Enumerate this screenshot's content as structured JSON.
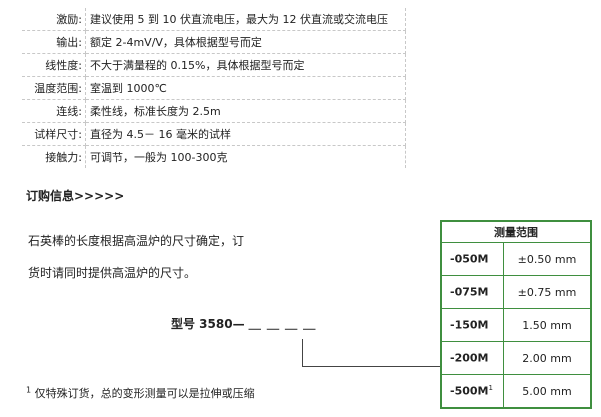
{
  "specs": [
    {
      "label": "激励:",
      "value": "建议使用 5 到 10 伏直流电压，最大为 12 伏直流或交流电压"
    },
    {
      "label": "输出:",
      "value": "额定 2-4mV/V，具体根据型号而定"
    },
    {
      "label": "线性度:",
      "value": "不大于满量程的 0.15%，具体根据型号而定"
    },
    {
      "label": "温度范围:",
      "value": "室温到 1000℃"
    },
    {
      "label": "连线:",
      "value": "柔性线，标准长度为 2.5m"
    },
    {
      "label": "试样尺寸:",
      "value": "直径为 4.5－ 16 毫米的试样"
    },
    {
      "label": "接触力:",
      "value": "可调节，一般为 100-300克"
    }
  ],
  "order": {
    "heading": "订购信息>>>>>",
    "line1": "石英棒的长度根据高温炉的尺寸确定，订",
    "line2": "货时请同时提供高温炉的尺寸。",
    "model_prefix": "型号 3580—",
    "model_blanks": "＿ ＿ ＿ ＿",
    "footnote_mark": "1",
    "footnote_text": " 仅特殊订货，总的变形测量可以是拉伸或压缩"
  },
  "range_table": {
    "header": "测量范围",
    "rows": [
      {
        "code": "-050M",
        "sup": "",
        "range": "±0.50 mm"
      },
      {
        "code": "-075M",
        "sup": "",
        "range": "±0.75 mm"
      },
      {
        "code": "-150M",
        "sup": "",
        "range": "1.50 mm"
      },
      {
        "code": "-200M",
        "sup": "",
        "range": "2.00 mm"
      },
      {
        "code": "-500M",
        "sup": "1",
        "range": "5.00 mm"
      }
    ]
  },
  "colors": {
    "table_border": "#3f8f3f",
    "divider": "#c8c8c8"
  }
}
